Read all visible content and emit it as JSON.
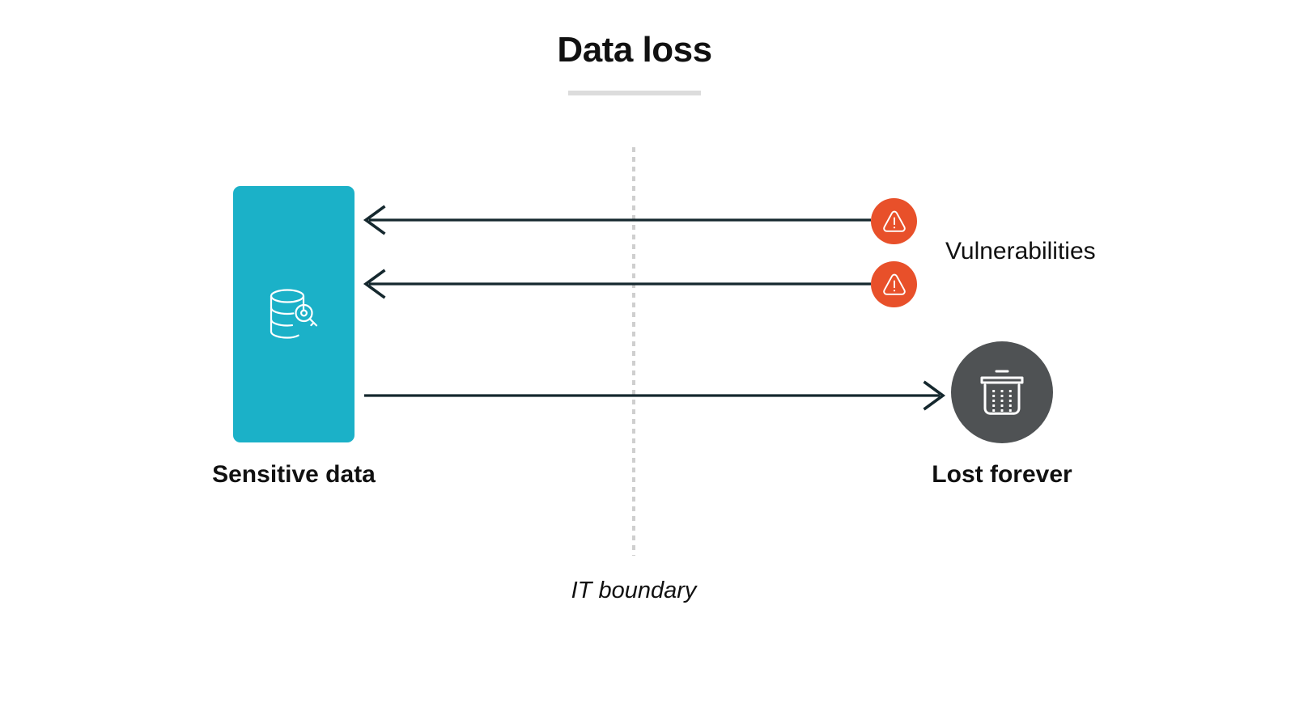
{
  "title": "Data loss",
  "diagram": {
    "boundary_label": "IT boundary",
    "nodes": [
      {
        "id": "sensitive-data",
        "label": "Sensitive data",
        "icon": "database-key-icon",
        "color": "#1bb1c8"
      },
      {
        "id": "vulnerabilities",
        "label": "Vulnerabilities",
        "icon": "warning-triangle-icon",
        "color": "#e8502a"
      },
      {
        "id": "lost-forever",
        "label": "Lost forever",
        "icon": "trash-can-icon",
        "color": "#4f5254"
      }
    ],
    "arrows": [
      {
        "id": "vuln-inbound-1",
        "direction": "left",
        "from": "vulnerabilities",
        "to": "sensitive-data"
      },
      {
        "id": "vuln-inbound-2",
        "direction": "left",
        "from": "vulnerabilities",
        "to": "sensitive-data"
      },
      {
        "id": "data-outbound",
        "direction": "right",
        "from": "sensitive-data",
        "to": "lost-forever"
      }
    ],
    "colors": {
      "accent_teal": "#1bb1c8",
      "accent_orange": "#e8502a",
      "accent_gray": "#4f5254",
      "arrow": "#15282e",
      "rule": "#dcdcdc",
      "boundary": "#cfcfcf"
    }
  }
}
